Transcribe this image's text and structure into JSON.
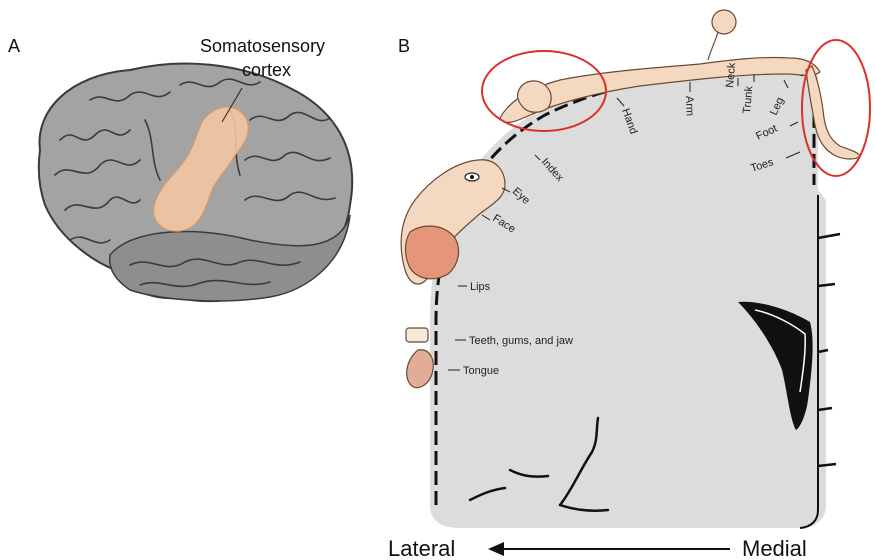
{
  "panel_a": {
    "letter": "A",
    "title_line1": "Somatosensory",
    "title_line2": "cortex"
  },
  "panel_b": {
    "letter": "B",
    "body_parts": {
      "hand": "Hand",
      "arm": "Arm",
      "neck": "Neck",
      "trunk": "Trunk",
      "leg": "Leg",
      "foot": "Foot",
      "toes": "Toes",
      "index": "Index",
      "eye": "Eye",
      "face": "Face",
      "lips": "Lips",
      "teeth": "Teeth, gums, and jaw",
      "tongue": "Tongue"
    },
    "axis": {
      "left": "Lateral",
      "right": "Medial"
    }
  },
  "colors": {
    "brain_gray": "#9a9a9a",
    "cortex_highlight": "#f3c7a2",
    "section_fill": "#dcdcdc",
    "homunculus_skin": "#f4d8c0",
    "circle_red": "#d9302c"
  }
}
